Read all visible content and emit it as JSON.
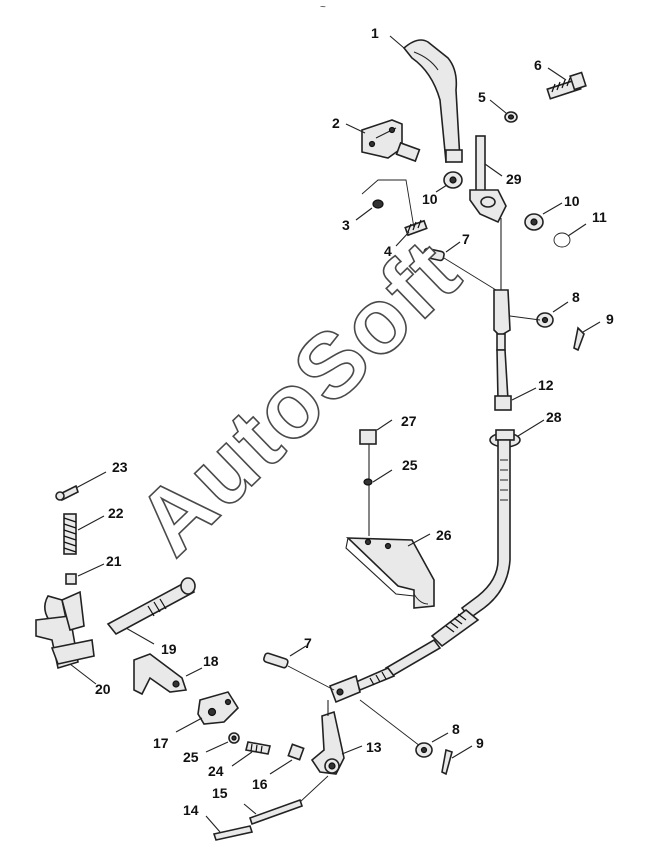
{
  "watermark": "AutoSoft",
  "top_mark": "~",
  "callouts": [
    "1",
    "2",
    "3",
    "4",
    "5",
    "6",
    "7",
    "8",
    "9",
    "10",
    "10",
    "11",
    "12",
    "13",
    "14",
    "15",
    "16",
    "17",
    "18",
    "19",
    "20",
    "21",
    "22",
    "23",
    "24",
    "25",
    "25",
    "26",
    "27",
    "28",
    "29",
    "7",
    "8",
    "9"
  ]
}
